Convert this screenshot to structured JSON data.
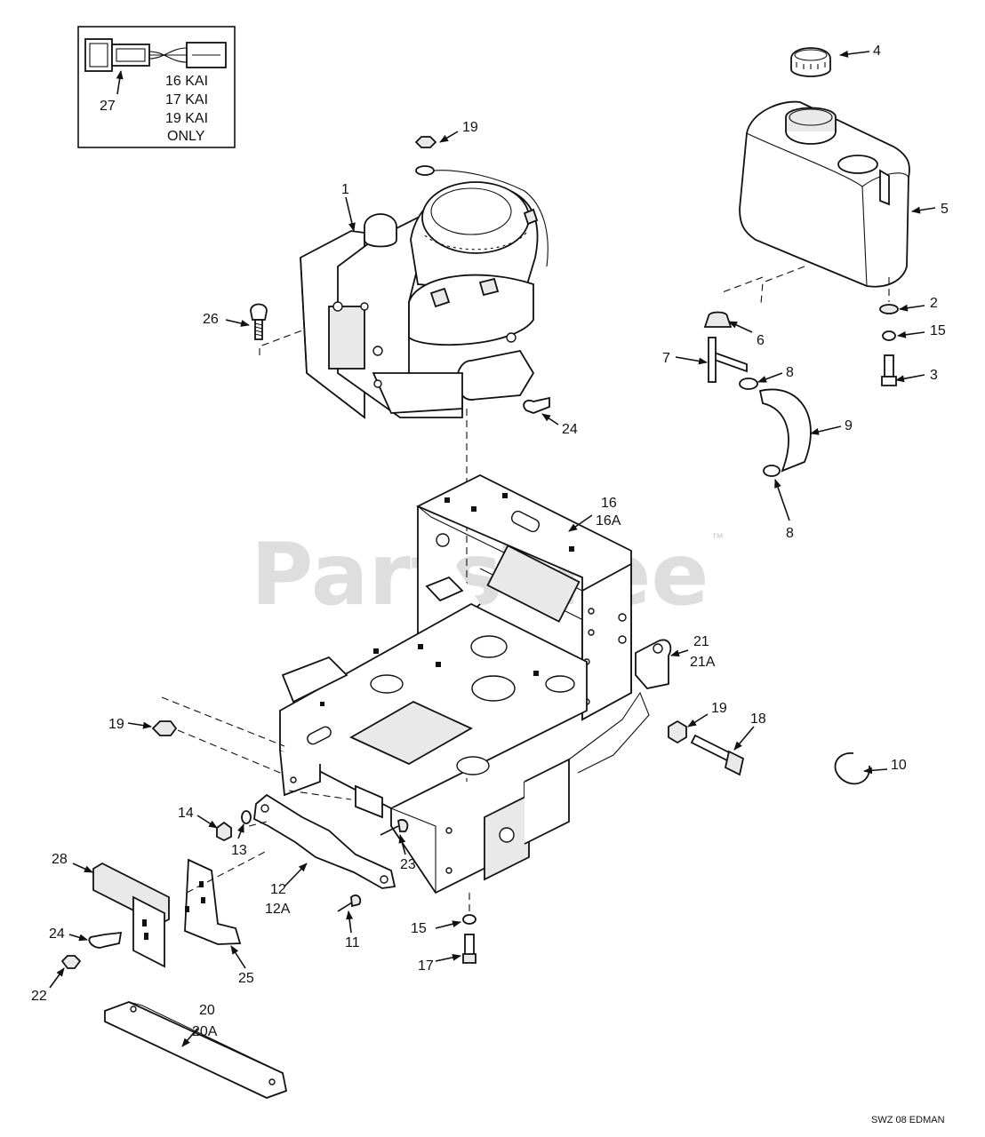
{
  "watermark": {
    "text": "PartsTree",
    "trademark": "™"
  },
  "drawing_code": "SWZ 08 EDMAN",
  "inset": {
    "callout": "27",
    "lines": [
      "16 KAI",
      "17 KAI",
      "19 KAI",
      "ONLY"
    ]
  },
  "callouts": {
    "engine": "1",
    "washer_2": "2",
    "bolt_3": "3",
    "fuel_cap": "4",
    "fuel_tank": "5",
    "grommet": "6",
    "tee_fitting": "7",
    "clamp_8_upper": "8",
    "fuel_hose": "9",
    "clamp_8_lower": "8",
    "retaining_ring": "10",
    "screw_11": "11",
    "bracket_12": "12",
    "bracket_12a": "12A",
    "nut_13": "13",
    "nut_14": "14",
    "lockwasher_15_right": "15",
    "frame_16": "16",
    "frame_16a": "16A",
    "bolt_17": "17",
    "bolt_18": "18",
    "nut_19_top": "19",
    "nut_19_left": "19",
    "nut_19_right": "19",
    "shield_20": "20",
    "shield_20a": "20A",
    "bracket_21": "21",
    "bracket_21a": "21A",
    "nut_22": "22",
    "screw_23": "23",
    "clip_24_upper": "24",
    "clip_24_lower": "24",
    "plate_25": "25",
    "screw_26": "26",
    "lockwasher_15_lower": "15",
    "pad_28": "28"
  }
}
